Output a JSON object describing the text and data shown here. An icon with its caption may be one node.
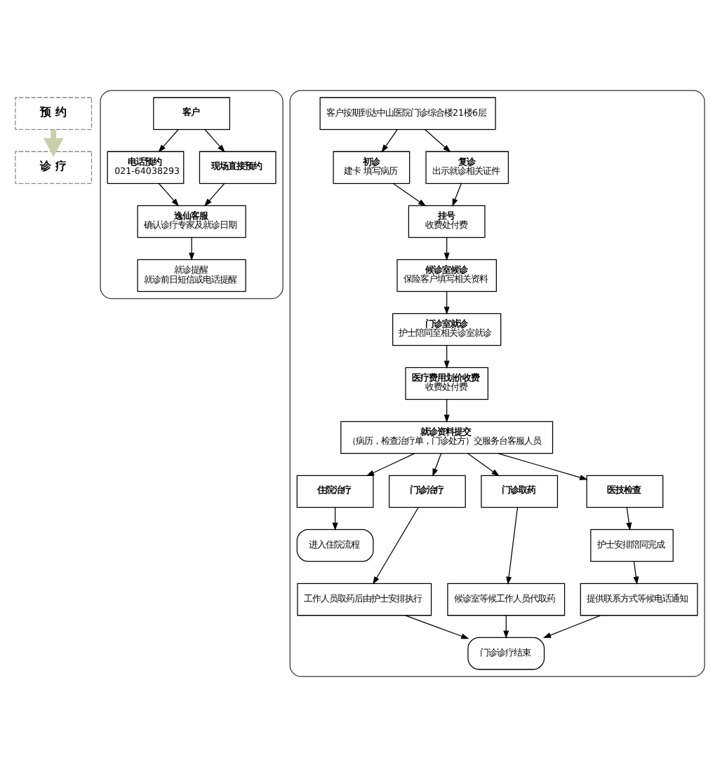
{
  "diagram": {
    "nodes": [
      {
        "text": [
          "预 约"
        ]
      },
      {
        "text": [],
        "shape": "box"
      },
      {
        "text": [
          "客户"
        ],
        "in": 1
      },
      {
        "text": [
          "电话预约",
          "021-64038293"
        ],
        "in": 1
      },
      {
        "text": [
          "现场直接预约"
        ],
        "in": 1
      },
      {
        "text": [
          "逸仙客服",
          "确认诊疗专家及就诊日期"
        ],
        "in": 1
      },
      {
        "text": [
          "就诊提醒",
          "就诊前日短信或电话提醒"
        ],
        "in": 1
      },
      {
        "text": [
          "诊 疗"
        ]
      },
      {
        "text": [],
        "shape": "box"
      },
      {
        "text": [
          "客户按期到达中山医院门诊综合楼21楼6层"
        ],
        "in": 8
      },
      {
        "text": [
          "初诊",
          "建卡 填写病历"
        ],
        "in": 8
      },
      {
        "text": [
          "复诊",
          "出示就诊相关证件"
        ],
        "in": 8
      },
      {
        "text": [
          "挂号",
          "收费处付费"
        ],
        "in": 8
      },
      {
        "text": [
          "候诊室候诊",
          "保险客户填写相关资料"
        ],
        "in": 8
      },
      {
        "text": [
          "门诊室就诊",
          "护士陪同至相关诊室就诊"
        ],
        "in": 8
      },
      {
        "text": [
          "医疗费用划价收费",
          "收费处付费"
        ],
        "in": 8
      },
      {
        "text": [
          "就诊资料提交",
          "（病历，检查治疗单，门诊处方）交服务台客服人员"
        ],
        "in": 8
      },
      {
        "text": [
          "住院治疗"
        ],
        "in": 8
      },
      {
        "text": [
          "门诊治疗"
        ],
        "in": 8
      },
      {
        "text": [
          "门诊取药"
        ],
        "in": 8
      },
      {
        "text": [
          "医技检查"
        ],
        "in": 8
      },
      {
        "text": [
          "进入住院流程"
        ],
        "in": 8
      },
      {
        "text": [
          "工作人员取药后由护士安排执行"
        ],
        "in": 8
      },
      {
        "text": [
          "候诊室等候工作人员代取药"
        ],
        "in": 8
      },
      {
        "text": [
          "护士安排陪同完成"
        ],
        "in": 8
      },
      {
        "text": [
          "提供联系方式等候电话通知"
        ],
        "in": 8
      },
      {
        "text": [
          "门诊诊疗结束"
        ],
        "in": 8
      }
    ],
    "edges": [
      {
        "from": 2,
        "to": 3,
        "arrow": "to"
      },
      {
        "from": 2,
        "to": 4,
        "arrow": "to"
      },
      {
        "from": 3,
        "to": 5,
        "arrow": "to"
      },
      {
        "from": 4,
        "to": 5,
        "arrow": "to"
      },
      {
        "from": 5,
        "to": 6,
        "arrow": "to"
      },
      {
        "from": 0,
        "to": 7,
        "arrow": "to",
        "style": "thick",
        "color": "#c8d0a8"
      },
      {
        "from": 9,
        "to": 10,
        "arrow": "to"
      },
      {
        "from": 9,
        "to": 11,
        "arrow": "to"
      },
      {
        "from": 10,
        "to": 12,
        "arrow": "to"
      },
      {
        "from": 11,
        "to": 12,
        "arrow": "to"
      },
      {
        "from": 12,
        "to": 13,
        "arrow": "to"
      },
      {
        "from": 13,
        "to": 14,
        "arrow": "to"
      },
      {
        "from": 14,
        "to": 15,
        "arrow": "to"
      },
      {
        "from": 15,
        "to": 16,
        "arrow": "to"
      },
      {
        "from": 16,
        "to": 17,
        "arrow": "to"
      },
      {
        "from": 16,
        "to": 18,
        "arrow": "to"
      },
      {
        "from": 16,
        "to": 19,
        "arrow": "to"
      },
      {
        "from": 16,
        "to": 20,
        "arrow": "to"
      },
      {
        "from": 17,
        "to": 21,
        "arrow": "to"
      },
      {
        "from": 18,
        "to": 22,
        "arrow": "to"
      },
      {
        "from": 19,
        "to": 23,
        "arrow": "to"
      },
      {
        "from": 20,
        "to": 24,
        "arrow": "to"
      },
      {
        "from": 24,
        "to": 25,
        "arrow": "to"
      },
      {
        "from": 22,
        "to": 26,
        "arrow": "to"
      },
      {
        "from": 23,
        "to": 26,
        "arrow": "to"
      },
      {
        "from": 25,
        "to": 26,
        "arrow": "to"
      }
    ]
  }
}
